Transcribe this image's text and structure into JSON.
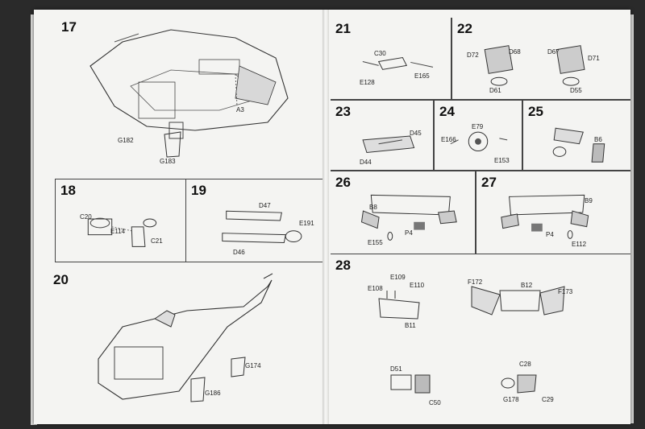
{
  "left_page": {
    "steps": [
      {
        "number": "17",
        "parts": [
          "A3",
          "G182",
          "G183"
        ]
      },
      {
        "number": "18",
        "parts": [
          "C20",
          "E114",
          "C21"
        ]
      },
      {
        "number": "19",
        "parts": [
          "D47",
          "E191",
          "D46"
        ]
      },
      {
        "number": "20",
        "parts": [
          "G174",
          "G186"
        ]
      }
    ]
  },
  "right_page": {
    "steps": [
      {
        "number": "21",
        "parts": [
          "C30",
          "E128",
          "E165"
        ]
      },
      {
        "number": "22",
        "parts": [
          "D72",
          "D68",
          "D67",
          "D71",
          "D61",
          "D55"
        ]
      },
      {
        "number": "23",
        "parts": [
          "D45",
          "D44"
        ]
      },
      {
        "number": "24",
        "parts": [
          "E79",
          "E166",
          "E153"
        ]
      },
      {
        "number": "25",
        "parts": [
          "B6"
        ]
      },
      {
        "number": "26",
        "parts": [
          "B8",
          "E155",
          "P4"
        ]
      },
      {
        "number": "27",
        "parts": [
          "B9",
          "P4",
          "E112"
        ]
      },
      {
        "number": "28",
        "parts": [
          "E109",
          "E108",
          "E110",
          "B11",
          "F172",
          "B12",
          "F173",
          "C28",
          "D51",
          "G178",
          "C29",
          "C50"
        ]
      }
    ]
  }
}
